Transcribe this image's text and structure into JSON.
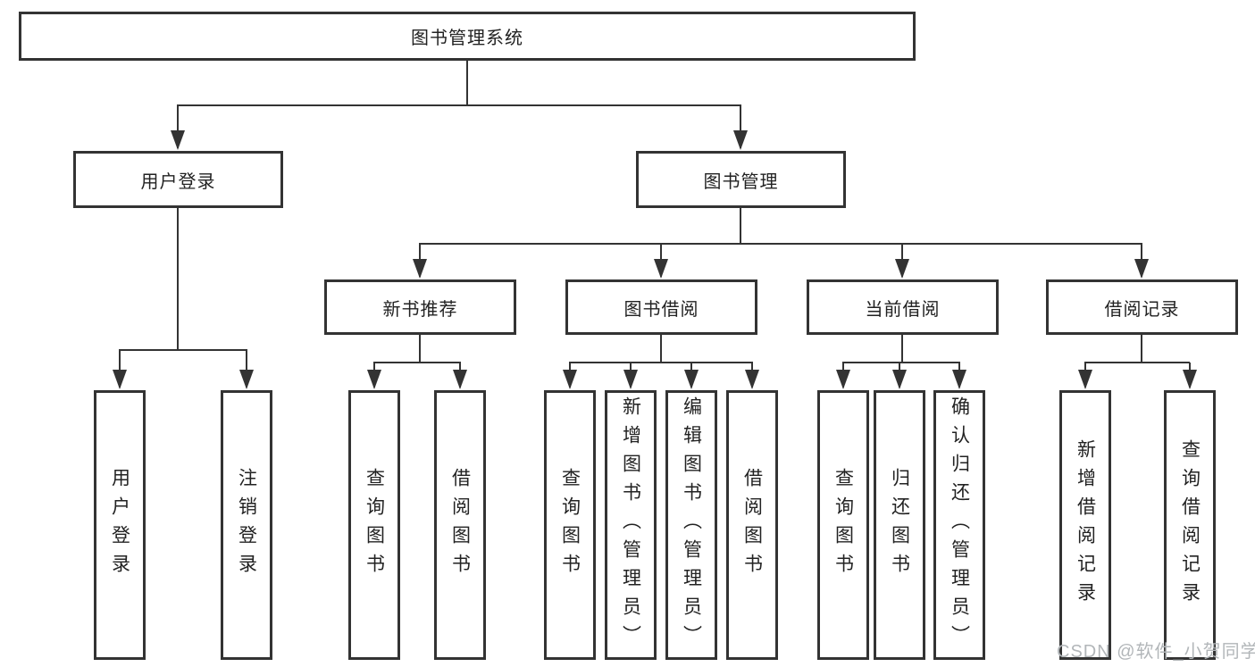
{
  "tree": {
    "root_label": "图书管理系统",
    "user_login": {
      "label": "用户登录",
      "children": [
        {
          "label": "用户登录"
        },
        {
          "label": "注销登录"
        }
      ]
    },
    "book_management": {
      "label": "图书管理",
      "children": [
        {
          "label": "新书推荐",
          "children": [
            {
              "label": "查询图书"
            },
            {
              "label": "借阅图书"
            }
          ]
        },
        {
          "label": "图书借阅",
          "children": [
            {
              "label": "查询图书"
            },
            {
              "label": "新增图书（管理员）"
            },
            {
              "label": "编辑图书（管理员）"
            },
            {
              "label": "借阅图书"
            }
          ]
        },
        {
          "label": "当前借阅",
          "children": [
            {
              "label": "查询图书"
            },
            {
              "label": "归还图书"
            },
            {
              "label": "确认归还（管理员）"
            }
          ]
        },
        {
          "label": "借阅记录",
          "children": [
            {
              "label": "新增借阅记录"
            },
            {
              "label": "查询借阅记录"
            }
          ]
        }
      ]
    }
  },
  "watermark": {
    "text": "CSDN @软件_小贺同学"
  },
  "colors": {
    "line": "#333333",
    "box_border": "#333333",
    "text": "#222222",
    "watermark": "#b2b6b9",
    "background": "#ffffff"
  }
}
